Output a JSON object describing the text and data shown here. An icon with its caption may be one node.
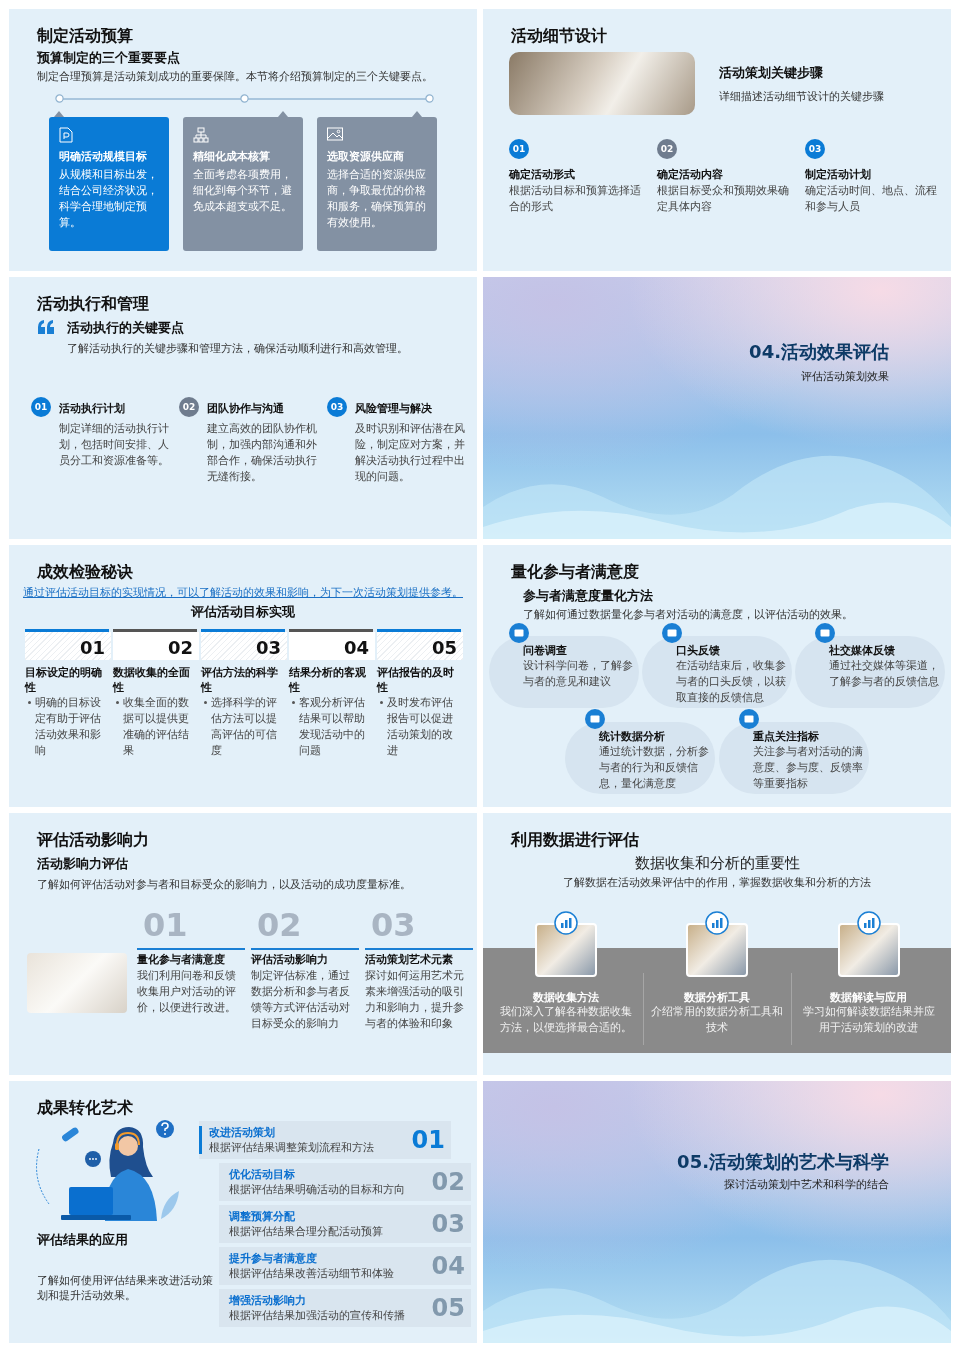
{
  "diagram": {
    "nodes": [
      {
        "text": [
          "制定活动预算",
          "预算制定的三个重要要点",
          "制定合理预算是活动策划成功的重要保障。本节将介绍预算制定的三个关键要点。"
        ]
      },
      {
        "text": [
          "明确活动规模目标",
          "从规模和目标出发，结合公司经济状况，科学合理地制定预算。"
        ],
        "in": 0
      },
      {
        "text": [
          "精细化成本核算",
          "全面考虑各项费用，细化到每个环节，避免成本超支或不足。"
        ],
        "in": 0
      },
      {
        "text": [
          "选取资源供应商",
          "选择合适的资源供应商，争取最优的价格和服务，确保预算的有效使用。"
        ],
        "in": 0
      },
      {
        "text": [
          "活动细节设计",
          "活动策划关键步骤",
          "详细描述活动细节设计的关键步骤"
        ]
      },
      {
        "text": [
          "01",
          "确定活动形式",
          "根据活动目标和预算选择适合的形式"
        ],
        "in": 4
      },
      {
        "text": [
          "02",
          "确定活动内容",
          "根据目标受众和预期效果确定具体内容"
        ],
        "in": 4
      },
      {
        "text": [
          "03",
          "制定活动计划",
          "确定活动时间、地点、流程和参与人员"
        ],
        "in": 4
      },
      {
        "text": [
          "活动执行和管理",
          "活动执行的关键要点",
          "了解活动执行的关键步骤和管理方法，确保活动顺利进行和高效管理。"
        ]
      },
      {
        "text": [
          "01",
          "活动执行计划",
          "制定详细的活动执行计划，包括时间安排、人员分工和资源准备等。"
        ],
        "in": 8
      },
      {
        "text": [
          "02",
          "团队协作与沟通",
          "建立高效的团队协作机制，加强内部沟通和外部合作，确保活动执行无缝衔接。"
        ],
        "in": 8
      },
      {
        "text": [
          "03",
          "风险管理与解决",
          "及时识别和评估潜在风险，制定应对方案，并解决活动执行过程中出现的问题。"
        ],
        "in": 8
      },
      {
        "text": [
          "04.活动效果评估",
          "评估活动策划效果"
        ]
      },
      {
        "text": [
          "成效检验秘诀",
          "通过评估活动目标的实现情况，可以了解活动的效果和影响，为下一次活动策划提供参考。",
          "评估活动目标实现"
        ]
      },
      {
        "text": [
          "01",
          "目标设定的明确性",
          "明确的目标设定有助于评估活动效果和影响"
        ],
        "in": 13
      },
      {
        "text": [
          "02",
          "数据收集的全面性",
          "收集全面的数据可以提供更准确的评估结果"
        ],
        "in": 13
      },
      {
        "text": [
          "03",
          "评估方法的科学性",
          "选择科学的评估方法可以提高评估的可信度"
        ],
        "in": 13
      },
      {
        "text": [
          "04",
          "结果分析的客观性",
          "客观分析评估结果可以帮助发现活动中的问题"
        ],
        "in": 13
      },
      {
        "text": [
          "05",
          "评估报告的及时性",
          "及时发布评估报告可以促进活动策划的改进"
        ],
        "in": 13
      },
      {
        "text": [
          "量化参与者满意度",
          "参与者满意度量化方法",
          "了解如何通过数据量化参与者对活动的满意度，以评估活动的效果。"
        ]
      },
      {
        "text": [
          "问卷调查",
          "设计科学问卷，了解参与者的意见和建议"
        ],
        "in": 19
      },
      {
        "text": [
          "口头反馈",
          "在活动结束后，收集参与者的口头反馈，以获取直接的反馈信息"
        ],
        "in": 19
      },
      {
        "text": [
          "社交媒体反馈",
          "通过社交媒体等渠道，了解参与者的反馈信息"
        ],
        "in": 19
      },
      {
        "text": [
          "统计数据分析",
          "通过统计数据，分析参与者的行为和反馈信息，量化满意度"
        ],
        "in": 19
      },
      {
        "text": [
          "重点关注指标",
          "关注参与者对活动的满意度、参与度、反馈率等重要指标"
        ],
        "in": 19
      },
      {
        "text": [
          "评估活动影响力",
          "活动影响力评估",
          "了解如何评估活动对参与者和目标受众的影响力，以及活动的成功度量标准。"
        ]
      },
      {
        "text": [
          "01",
          "量化参与者满意度",
          "我们利用问卷和反馈收集用户对活动的评价，以便进行改进。"
        ],
        "in": 25
      },
      {
        "text": [
          "02",
          "评估活动影响力",
          "制定评估标准，通过数据分析和参与者反馈等方式评估活动对目标受众的影响力"
        ],
        "in": 25
      },
      {
        "text": [
          "03",
          "活动策划艺术元素",
          "探讨如何运用艺术元素来增强活动的吸引力和影响力，提升参与者的体验和印象"
        ],
        "in": 25
      },
      {
        "text": [
          "利用数据进行评估",
          "数据收集和分析的重要性",
          "了解数据在活动效果评估中的作用，掌握数据收集和分析的方法"
        ]
      },
      {
        "text": [
          "数据收集方法",
          "我们深入了解各种数据收集方法，以便选择最合适的。"
        ],
        "in": 29
      },
      {
        "text": [
          "数据分析工具",
          "介绍常用的数据分析工具和技术"
        ],
        "in": 29
      },
      {
        "text": [
          "数据解读与应用",
          "学习如何解读数据结果并应用于活动策划的改进"
        ],
        "in": 29
      },
      {
        "text": [
          "成果转化艺术",
          "评估结果的应用",
          "了解如何使用评估结果来改进活动策划和提升活动效果。"
        ]
      },
      {
        "text": [
          "改进活动策划",
          "根据评估结果调整策划流程和方法",
          "01"
        ],
        "in": 33
      },
      {
        "text": [
          "优化活动目标",
          "根据评估结果明确活动的目标和方向",
          "02"
        ],
        "in": 33
      },
      {
        "text": [
          "调整预算分配",
          "根据评估结果合理分配活动预算",
          "03"
        ],
        "in": 33
      },
      {
        "text": [
          "提升参与者满意度",
          "根据评估结果改善活动细节和体验",
          "04"
        ],
        "in": 33
      },
      {
        "text": [
          "增强活动影响力",
          "根据评估结果加强活动的宣传和传播",
          "05"
        ],
        "in": 33
      },
      {
        "text": [
          "05.活动策划的艺术与科学",
          "探讨活动策划中艺术和科学的结合"
        ]
      }
    ]
  }
}
